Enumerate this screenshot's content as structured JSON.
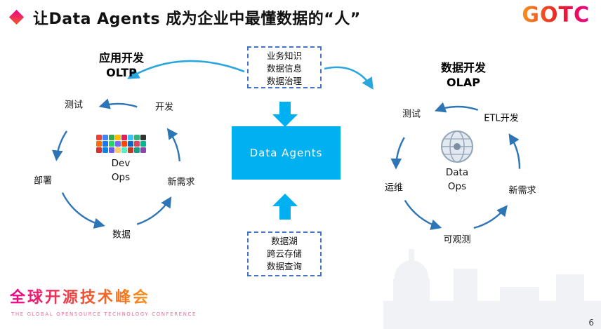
{
  "slide": {
    "title": "让Data Agents 成为企业中最懂数据的“人”",
    "page_number": "6"
  },
  "header": {
    "gotc_logo": "GOTC"
  },
  "footer": {
    "summit_title": "全球开源技术峰会",
    "summit_subtitle": "THE GLOBAL OPENSOURCE TECHNOLOGY CONFERENCE"
  },
  "center": {
    "top_box_lines": [
      "业务知识",
      "数据信息",
      "数据治理"
    ],
    "agent_box_label": "Data Agents",
    "bottom_box_lines": [
      "数据湖",
      "跨云存储",
      "数据查询"
    ]
  },
  "left_cycle": {
    "heading": [
      "应用开发",
      "OLTP"
    ],
    "center_label": [
      "Dev",
      "Ops"
    ],
    "nodes": [
      "测试",
      "开发",
      "新需求",
      "数据",
      "部署"
    ]
  },
  "right_cycle": {
    "heading": [
      "数据开发",
      "OLAP"
    ],
    "center_label": [
      "Data",
      "Ops"
    ],
    "nodes": [
      "测试",
      "ETL开发",
      "新需求",
      "可观测",
      "运维"
    ]
  },
  "icons": {
    "devops_center": "app-icons-grid",
    "dataops_center": "globe-icon"
  },
  "colors": {
    "accent_cyan": "#00B0F0",
    "cycle_arrow_blue": "#2E75B6",
    "swoosh_blue": "#2AA6DC",
    "dashed_border_blue": "#4472C4",
    "brand_orange": "#F7941D",
    "brand_magenta": "#EC008C"
  }
}
